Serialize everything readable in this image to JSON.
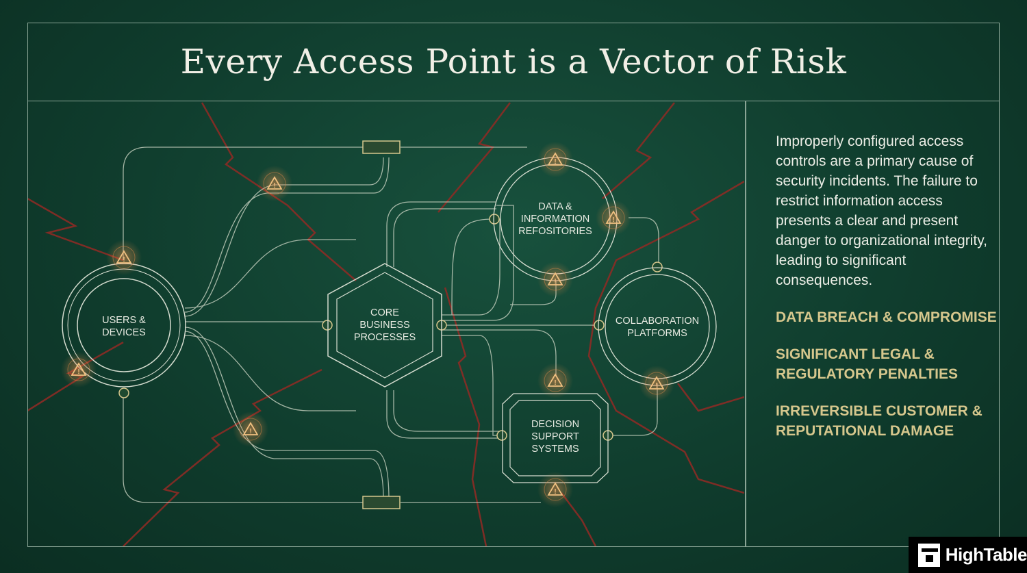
{
  "title": "Every Access Point is a Vector of Risk",
  "nodes": {
    "users": "USERS &\nDEVICES",
    "core": "CORE\nBUSINESS\nPROCESSES",
    "data": "DATA &\nINFORMATION\nREFOSITORIES",
    "collab": "COLLABORATION\nPLATFORMS",
    "decision": "DECISION\nSUPPORT\nSYSTEMS"
  },
  "description": "Improperly configured access controls are a primary cause of security incidents. The failure to restrict information access presents a clear and present danger to organizational integrity, leading to significant consequences.",
  "consequences": [
    "DATA BREACH & COMPROMISE",
    "SIGNIFICANT LEGAL & REGULATORY PENALTIES",
    "IRREVERSIBLE CUSTOMER & REPUTATIONAL DAMAGE"
  ],
  "logo": "HighTable",
  "colors": {
    "background": "#0f3b2c",
    "line": "#c9d3c2",
    "accent": "#d6c78d",
    "threat": "#8c2b25",
    "warning": "#e0a060"
  }
}
